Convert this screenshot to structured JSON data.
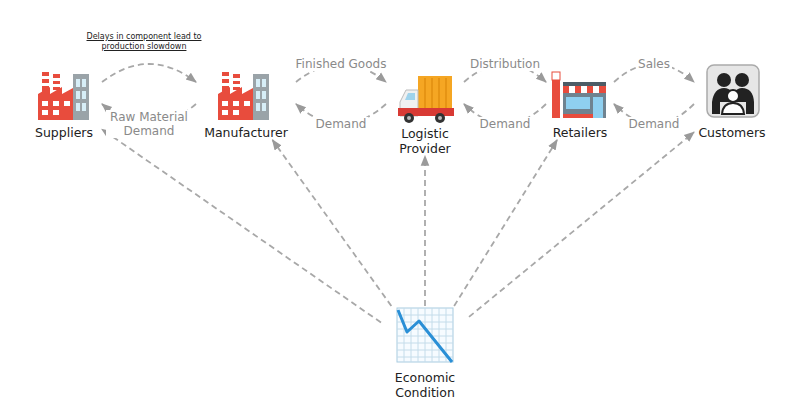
{
  "diagram": {
    "nodes": [
      {
        "text": [
          "Suppliers"
        ]
      },
      {
        "text": [
          "Manufacturer"
        ]
      },
      {
        "text": [
          "Logistic Provider"
        ]
      },
      {
        "text": [
          "Retailers"
        ]
      },
      {
        "text": [
          "Customers"
        ]
      },
      {
        "text": [
          "Economic Condition"
        ]
      }
    ],
    "edges": [
      {
        "from": 0,
        "to": 1,
        "arrow": "to"
      },
      {
        "from": 1,
        "to": 0,
        "label": "Raw Material Demand",
        "arrow": "to"
      },
      {
        "from": 1,
        "to": 2,
        "label": "Finished Goods",
        "arrow": "to"
      },
      {
        "from": 2,
        "to": 1,
        "label": "Demand",
        "arrow": "to"
      },
      {
        "from": 2,
        "to": 3,
        "label": "Distribution",
        "arrow": "to"
      },
      {
        "from": 3,
        "to": 2,
        "label": "Demand",
        "arrow": "to"
      },
      {
        "from": 3,
        "to": 4,
        "label": "Sales",
        "arrow": "to"
      },
      {
        "from": 4,
        "to": 3,
        "label": "Demand",
        "arrow": "to"
      },
      {
        "from": 5,
        "to": 0,
        "arrow": "to"
      },
      {
        "from": 5,
        "to": 1,
        "arrow": "to"
      },
      {
        "from": 5,
        "to": 2,
        "arrow": "to"
      },
      {
        "from": 5,
        "to": 3,
        "arrow": "to"
      },
      {
        "from": 5,
        "to": 4,
        "arrow": "to"
      }
    ],
    "labels": [
      "Delays in component lead to production slowdown"
    ]
  }
}
